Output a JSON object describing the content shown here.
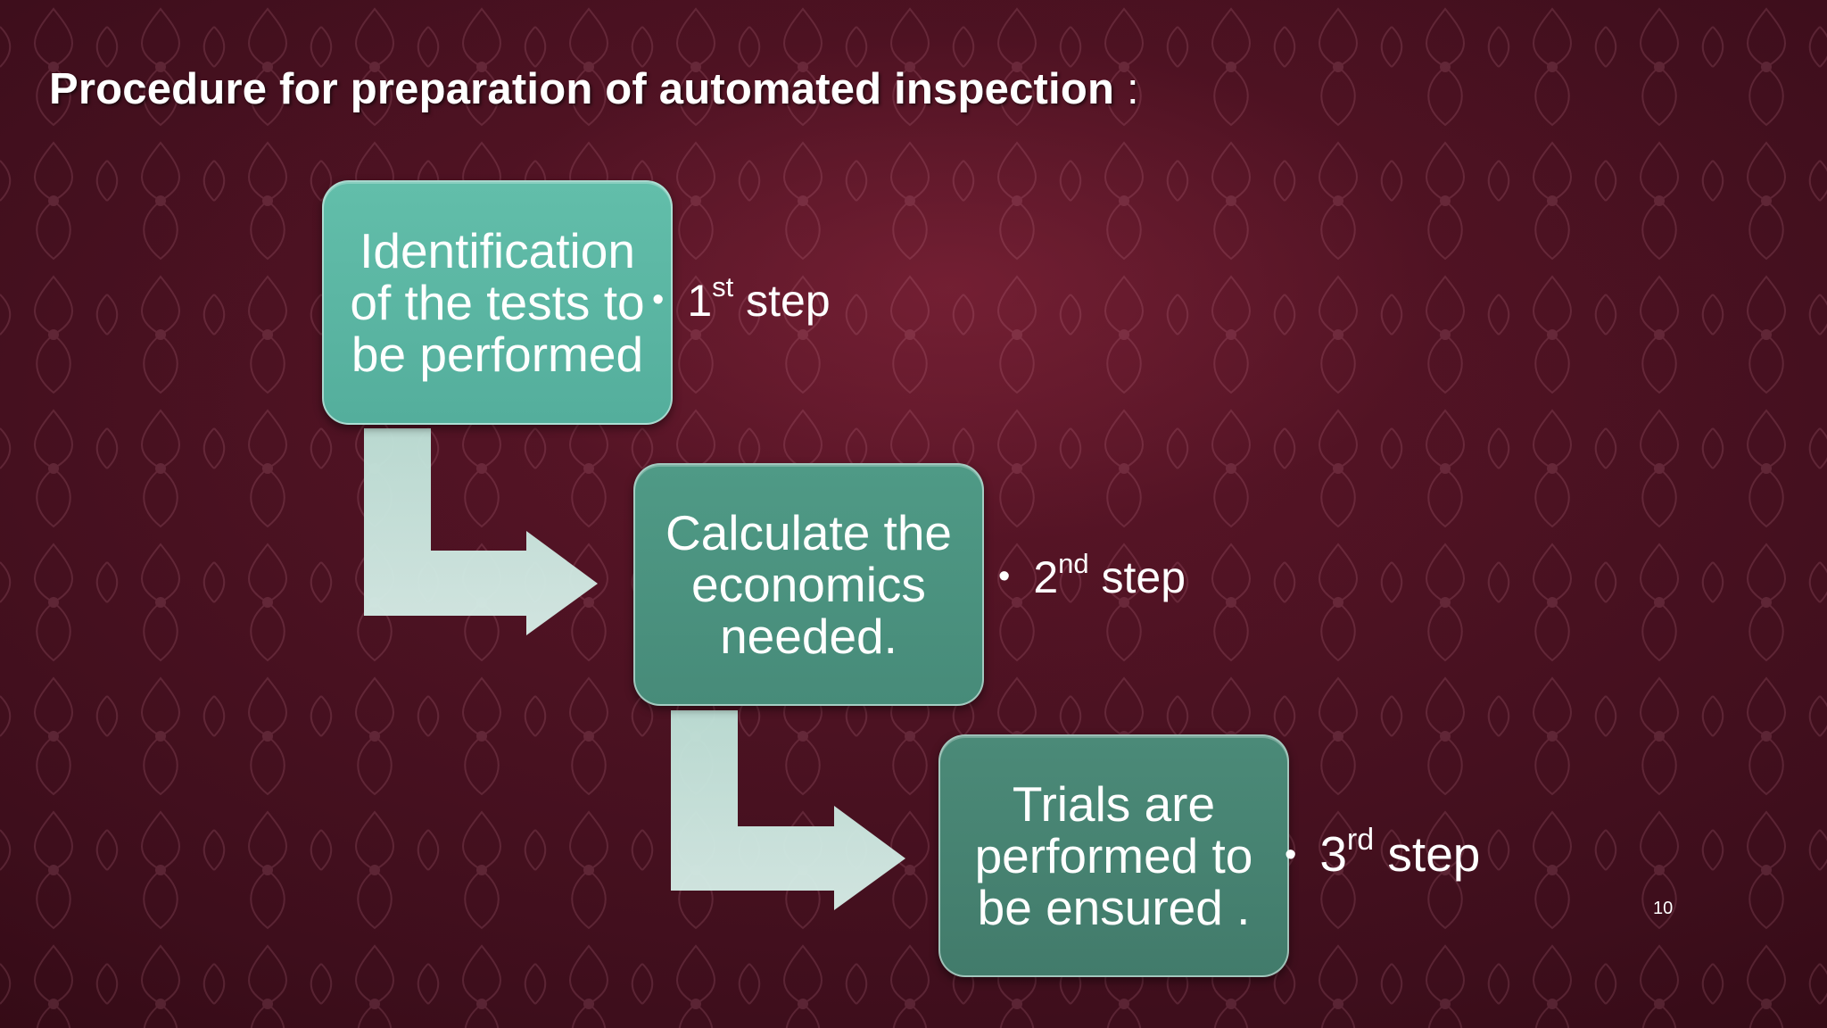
{
  "slide": {
    "title": "Procedure for preparation of automated inspection",
    "title_suffix": " :",
    "page_number": "10"
  },
  "flow": {
    "steps": [
      {
        "box_text": "Identification of the tests to be performed",
        "bullet": "•",
        "ordinal_number": "1",
        "ordinal_suffix": "st",
        "step_word": " step"
      },
      {
        "box_text": "Calculate the economics needed.",
        "bullet": "•",
        "ordinal_number": "2",
        "ordinal_suffix": "nd",
        "step_word": " step"
      },
      {
        "box_text": "Trials are performed to be ensured .",
        "bullet": "•",
        "ordinal_number": "3",
        "ordinal_suffix": "rd",
        "step_word": " step"
      }
    ]
  },
  "colors": {
    "background": "#4a1222",
    "box_1": "#5bb6a2",
    "box_2": "#4c937f",
    "box_3": "#468373",
    "connector_arrow": "#cfe9e2",
    "text": "#ffffff"
  }
}
